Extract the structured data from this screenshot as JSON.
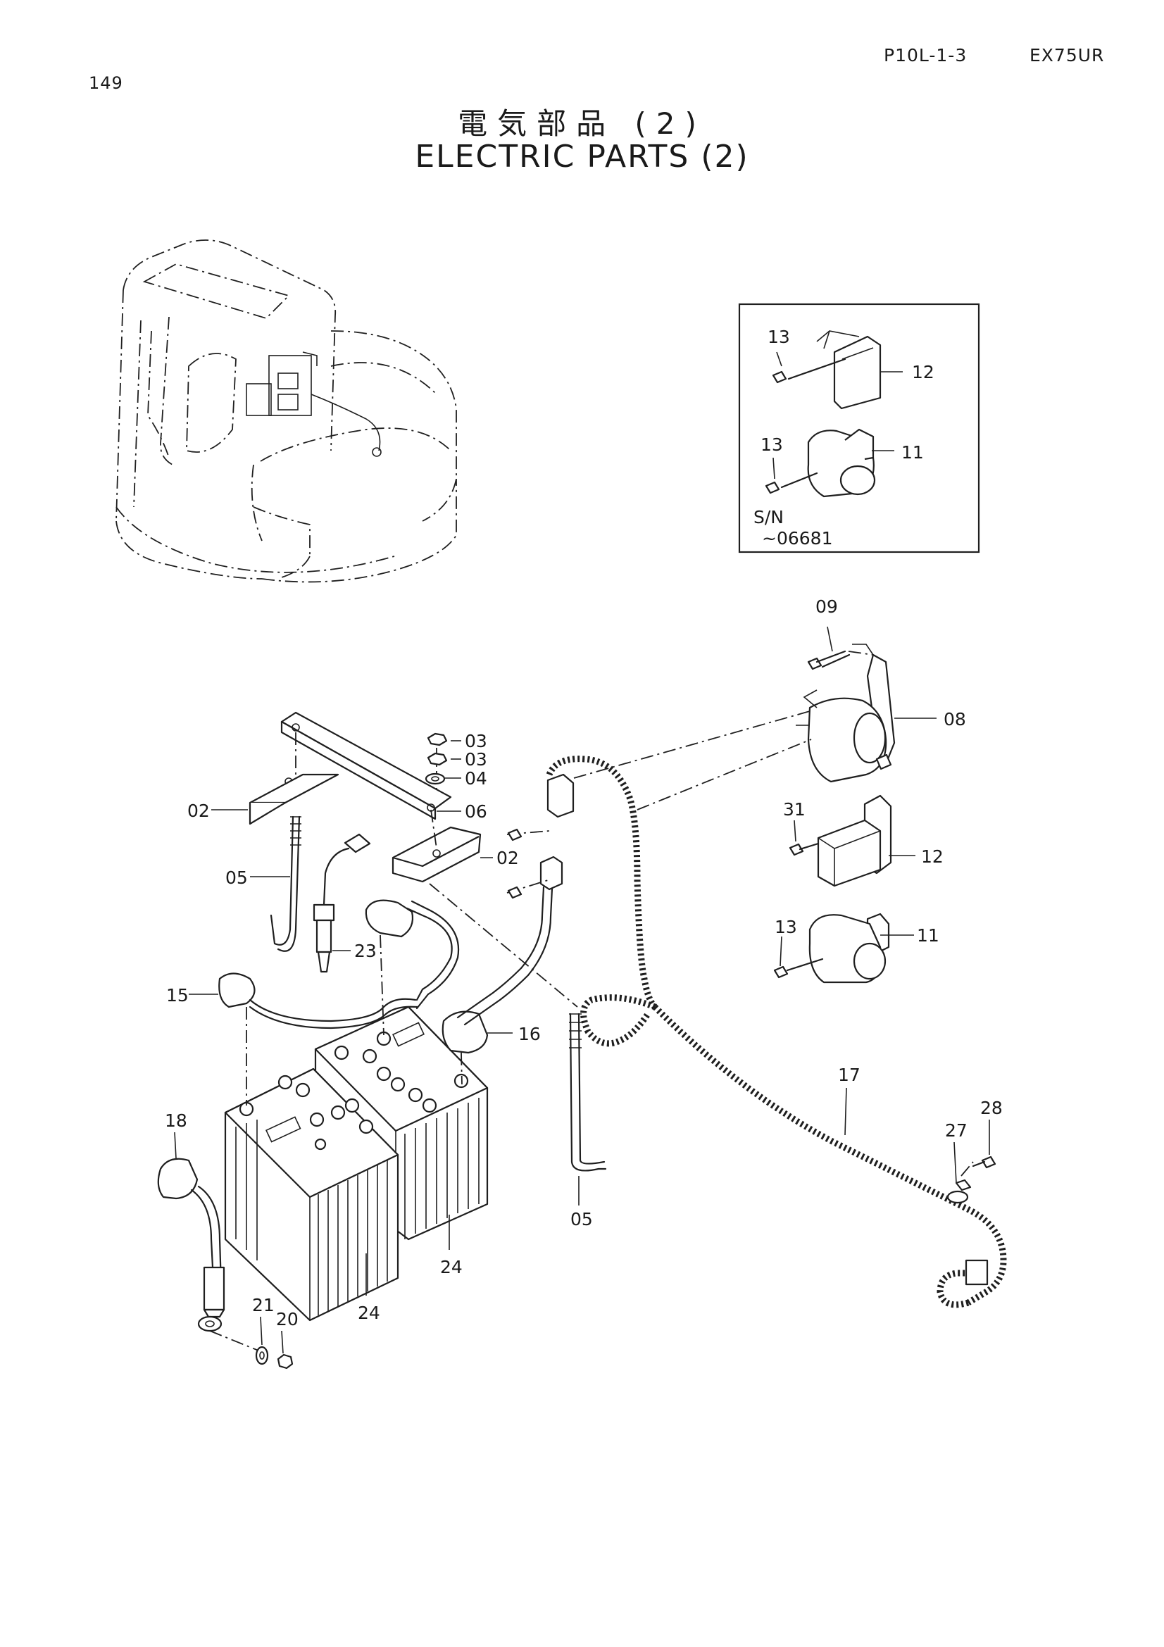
{
  "header": {
    "page_number": "149",
    "page_code": "P10L-1-3",
    "model": "EX75UR",
    "title_jp": "電気部品 (2)",
    "title_en": "ELECTRIC PARTS (2)"
  },
  "inset": {
    "serial_label": "S/N",
    "serial_range": "~06681"
  },
  "callouts": {
    "p02": "02",
    "p03": "03",
    "p04": "04",
    "p05": "05",
    "p06": "06",
    "p08": "08",
    "p09": "09",
    "p11": "11",
    "p12": "12",
    "p13": "13",
    "p15": "15",
    "p16": "16",
    "p17": "17",
    "p18": "18",
    "p20": "20",
    "p21": "21",
    "p23": "23",
    "p24": "24",
    "p27": "27",
    "p28": "28",
    "p31": "31"
  }
}
